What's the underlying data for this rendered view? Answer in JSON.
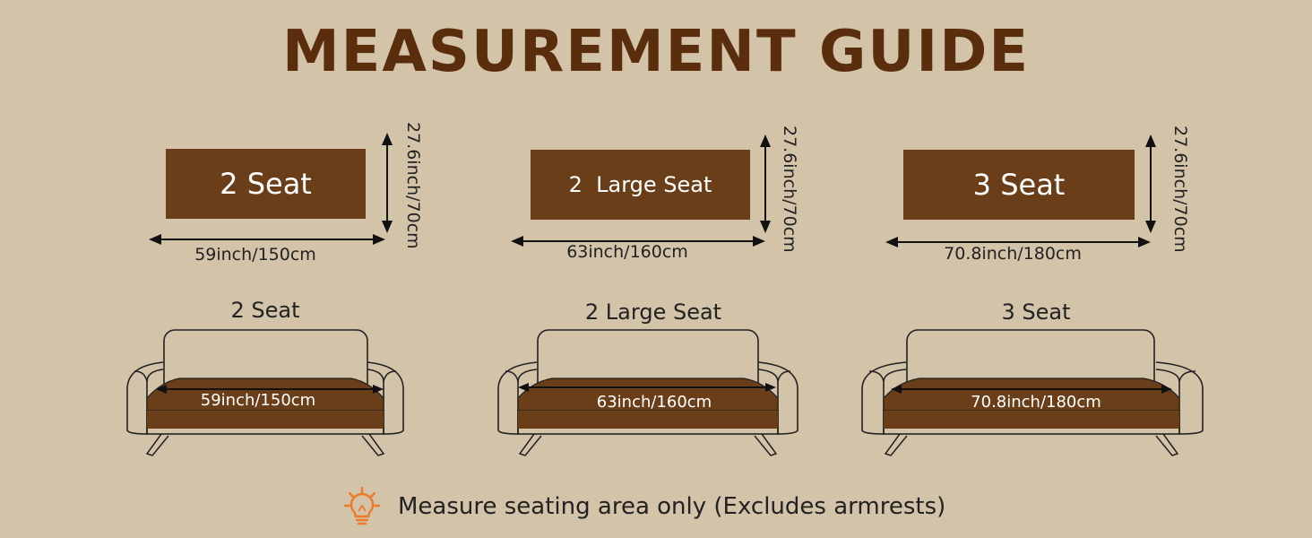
{
  "title": "MEASUREMENT GUIDE",
  "colors": {
    "background": "#d3c3a9",
    "cushion": "#6b3e1a",
    "title": "#5a2e0c",
    "tip_icon": "#f07a2a"
  },
  "panels": [
    {
      "cushion_label": "2 Seat",
      "width_label": "59inch/150cm",
      "height_label": "27.6inch/70cm",
      "sofa_label": "2 Seat",
      "sofa_width_label": "59inch/150cm"
    },
    {
      "cushion_label": "2  Large Seat",
      "width_label": "63inch/160cm",
      "height_label": "27.6inch/70cm",
      "sofa_label": "2 Large Seat",
      "sofa_width_label": "63inch/160cm"
    },
    {
      "cushion_label": "3 Seat",
      "width_label": "70.8inch/180cm",
      "height_label": "27.6inch/70cm",
      "sofa_label": "3 Seat",
      "sofa_width_label": "70.8inch/180cm"
    }
  ],
  "tip": {
    "icon": "lightbulb-icon",
    "text": "Measure seating area only (Excludes armrests)"
  }
}
